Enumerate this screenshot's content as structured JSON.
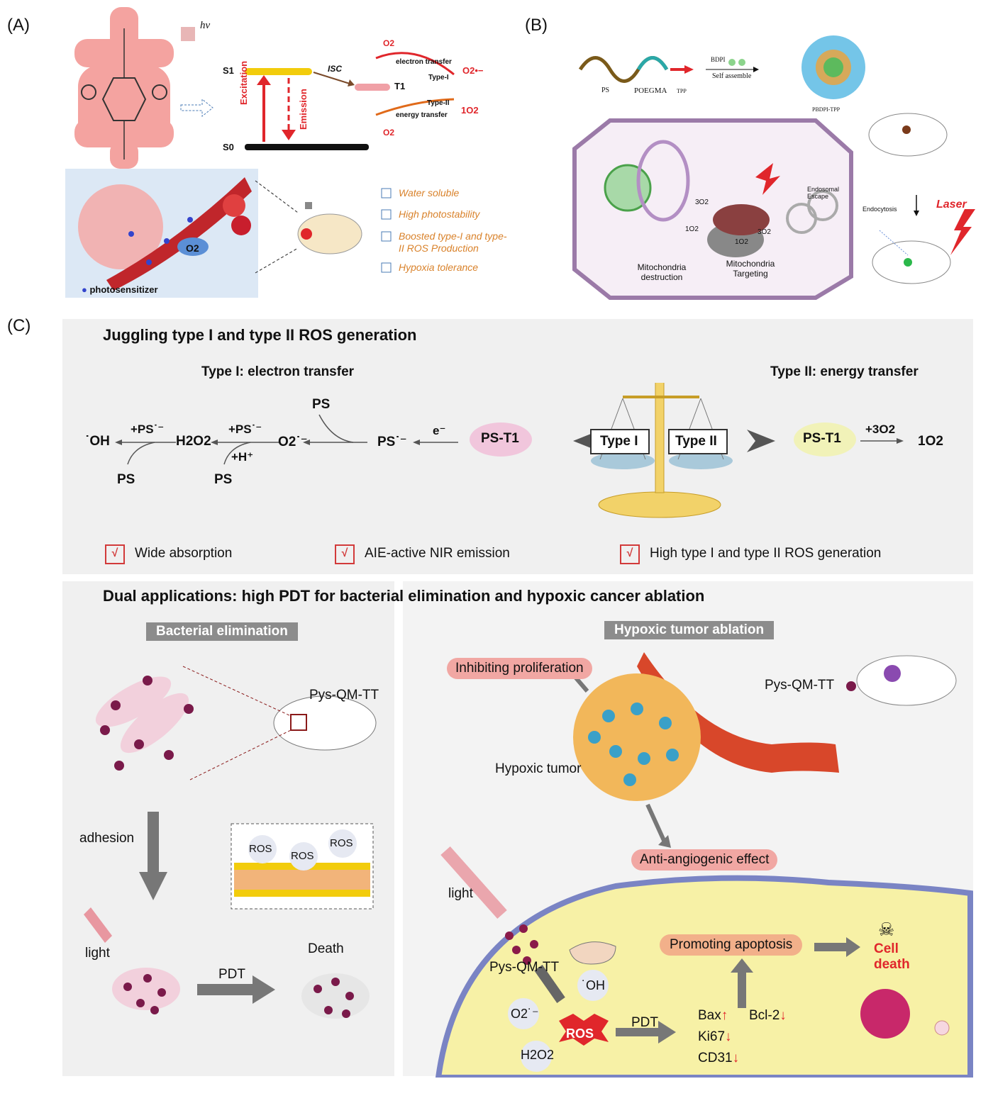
{
  "panels": {
    "a": {
      "letter": "(A)",
      "hv": "hv",
      "s1": "S1",
      "s0": "S0",
      "t1": "T1",
      "isc": "ISC",
      "excitation": "Excitation",
      "emission": "Emission",
      "o2_top": "O2",
      "o2_bottom": "O2",
      "electron_transfer": "electron transfer",
      "type_i": "Type-I",
      "type_ii": "Type-II",
      "energy_transfer": "energy transfer",
      "superoxide": "O2•−",
      "singlet": "1O2",
      "legend_photosensitizer": "photosensitizer",
      "o2_bubble": "O2",
      "features": [
        "Water soluble",
        "High photostability",
        "Boosted type-I and type-II ROS Production",
        "Hypoxia tolerance"
      ]
    },
    "b": {
      "letter": "(B)",
      "ps": "PS",
      "poegma": "POEGMA",
      "tpp": "TPP",
      "bdpi": "BDPI",
      "self_assemble": "Self assemble",
      "pbdpi_tpp": "PBDPI-TPP",
      "endosomal_escape": "Endosomal Escape",
      "endocytosis": "Endocytosis",
      "mito_destruction": "Mitochondria destruction",
      "mito_targeting": "Mitochondria Targeting",
      "o2_labels": [
        "3O2",
        "1O2",
        "3O2",
        "1O2"
      ],
      "laser": "Laser"
    },
    "c": {
      "letter": "(C)",
      "title": "Juggling type I and type II  ROS generation",
      "type1_head": "Type I: electron transfer",
      "type2_head": "Type II: energy transfer",
      "oh": "˙OH",
      "plus_ps1": "+PS˙⁻",
      "h2o2": "H2O2",
      "plus_ps2": "+PS˙⁻",
      "plus_h": "+H⁺",
      "o2_rad": "O2˙⁻",
      "ps_top": "PS",
      "e": "e⁻",
      "ps_rad": "PS˙⁻",
      "ps_b1": "PS",
      "ps_b2": "PS",
      "pst1_left": "PS-T1",
      "pst1_right": "PS-T1",
      "scale_type1": "Type I",
      "scale_type2": "Type II",
      "plus_3o2": "+3O2",
      "singlet": "1O2",
      "checks": [
        "Wide absorption",
        "AIE-active NIR emission",
        "High type I and type II ROS generation"
      ],
      "dual_title": "Dual applications: high PDT for bacterial elimination and hypoxic cancer ablation",
      "bacterial": {
        "tag": "Bacterial elimination",
        "pys": "Pys-QM-TT",
        "adhesion": "adhesion",
        "light": "light",
        "pdt": "PDT",
        "death": "Death",
        "ros": [
          "ROS",
          "ROS",
          "ROS"
        ]
      },
      "tumor": {
        "tag": "Hypoxic tumor ablation",
        "inhibiting": "Inhibiting proliferation",
        "pys": "Pys-QM-TT",
        "hypoxic": "Hypoxic tumor",
        "anti": "Anti-angiogenic effect",
        "light": "light",
        "pys2": "Pys-QM-TT",
        "oh": "˙OH",
        "o2": "O2˙⁻",
        "h2o2": "H2O2",
        "ros": "ROS",
        "pdt": "PDT",
        "bax": "Bax",
        "ki67": "Ki67",
        "cd31": "CD31",
        "bcl2": "Bcl-2",
        "promoting": "Promoting apoptosis",
        "cell": "Cell",
        "death": "death",
        "up": "↑",
        "down": "↓"
      }
    }
  },
  "colors": {
    "accent_red": "#e0262b",
    "pink_pill": "#f1a7a3",
    "orange_pill": "#f2b08a",
    "gray_tag": "#8c8c8c",
    "panel_bg": "#f0f0f0",
    "feature_orange": "#d9822b"
  }
}
